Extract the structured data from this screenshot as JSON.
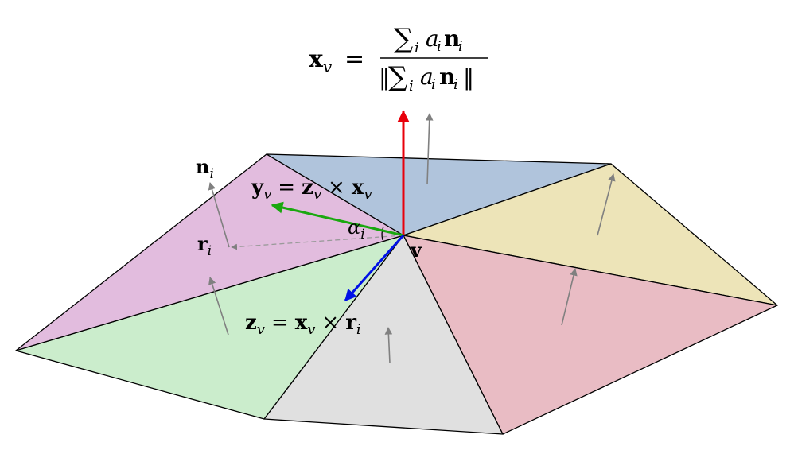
{
  "formula": {
    "lhs_symbol": "x",
    "lhs_sub": "v",
    "equals": "=",
    "num_sum": "∑",
    "num_sum_sub": "i",
    "num_a": "a",
    "num_a_sub": "i",
    "num_n": "n",
    "num_n_sub": "i",
    "den_open": "‖",
    "den_sum": "∑",
    "den_sum_sub": "i",
    "den_a": "a",
    "den_a_sub": "i",
    "den_n": "n",
    "den_n_sub": "i",
    "den_close": "‖"
  },
  "labels": {
    "n_i": {
      "sym": "n",
      "sub": "i"
    },
    "r_i": {
      "sym": "r",
      "sub": "i"
    },
    "v": {
      "sym": "v"
    },
    "alpha_i": {
      "sym": "α",
      "sub": "i"
    },
    "y_v": {
      "y": "y",
      "y_sub": "v",
      "eq": "=",
      "z": "z",
      "z_sub": "v",
      "times": "×",
      "x": "x",
      "x_sub": "v"
    },
    "z_v": {
      "z": "z",
      "z_sub": "v",
      "eq": "=",
      "x": "x",
      "x_sub": "v",
      "times": "×",
      "r": "r",
      "r_sub": "i"
    }
  },
  "faces": [
    {
      "name": "face-blue",
      "fill": "#b0c4dc"
    },
    {
      "name": "face-yellow",
      "fill": "#ede4b8"
    },
    {
      "name": "face-red",
      "fill": "#e9bcc4"
    },
    {
      "name": "face-gray",
      "fill": "#e0e0e0"
    },
    {
      "name": "face-green",
      "fill": "#cbedcc"
    },
    {
      "name": "face-purple",
      "fill": "#e2bcde"
    }
  ],
  "colors": {
    "x_axis": "#e8000b",
    "y_axis": "#1aa80f",
    "z_axis": "#0011e6",
    "normal": "#808080",
    "edge": "#000000"
  }
}
